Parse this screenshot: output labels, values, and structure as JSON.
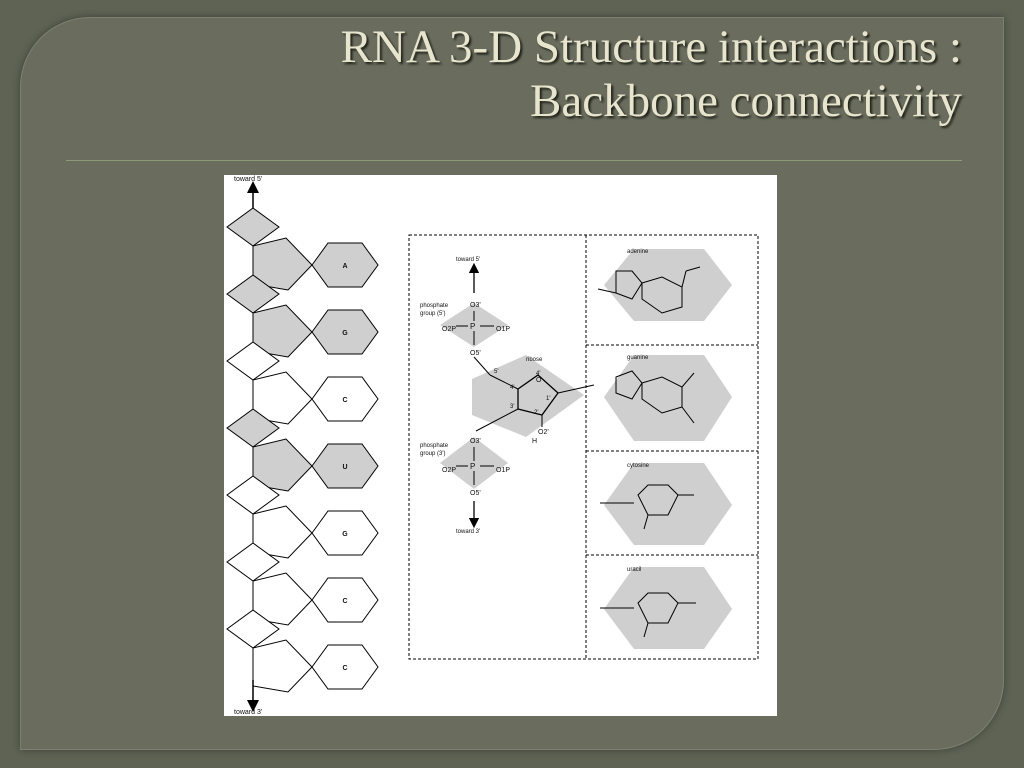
{
  "slide": {
    "title_line1": "RNA 3-D Structure interactions :",
    "title_line2": "Backbone connectivity"
  },
  "figure": {
    "strand": {
      "top_label": "toward 5'",
      "bottom_label": "toward 3'",
      "bases": [
        "A",
        "G",
        "C",
        "U",
        "G",
        "C",
        "C"
      ],
      "shaded_bases": [
        true,
        true,
        false,
        true,
        false,
        false,
        false
      ]
    },
    "detail": {
      "top_label": "toward 5'",
      "bottom_label": "toward 3'",
      "phosphate_5_line1": "phosphate",
      "phosphate_5_line2": "group (5')",
      "phosphate_3_line1": "phosphate",
      "phosphate_3_line2": "group (3')",
      "ribose_label": "ribose",
      "atoms": {
        "p": "P",
        "o3": "O3'",
        "o5": "O5'",
        "o2p": "O2P",
        "o1p": "O1P",
        "c5": "5'",
        "c4": "4'",
        "c3": "3'",
        "c2": "2'",
        "c1": "1'",
        "o4": "O",
        "o4num": "4'",
        "o2": "O2'",
        "h": "H"
      }
    },
    "bases_panel": {
      "adenine": "adenine",
      "guanine": "guanine",
      "cytosine": "cytosine",
      "uracil": "uracil"
    }
  }
}
